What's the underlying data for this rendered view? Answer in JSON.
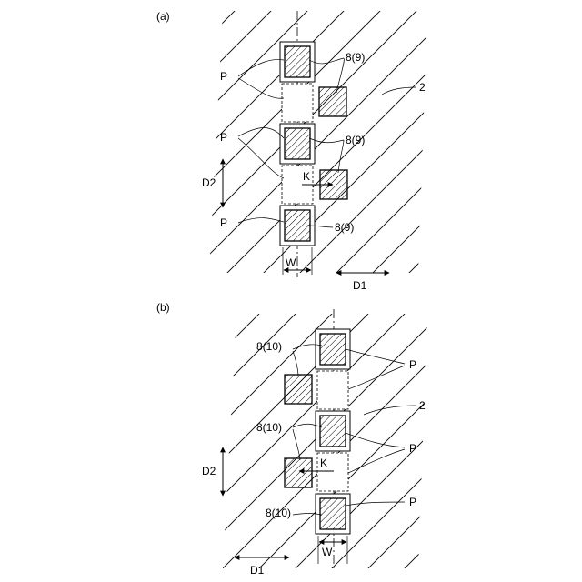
{
  "panels": [
    {
      "id": "a",
      "tag": "(a)",
      "labels": {
        "p": "P",
        "element": "8(9)",
        "substrate": "2",
        "shift": "K",
        "d1": "D1",
        "d2": "D2",
        "width": "W"
      }
    },
    {
      "id": "b",
      "tag": "(b)",
      "labels": {
        "p": "P",
        "element": "8(10)",
        "substrate": "2",
        "shift": "K",
        "d1": "D1",
        "d2": "D2",
        "width": "W"
      }
    }
  ]
}
